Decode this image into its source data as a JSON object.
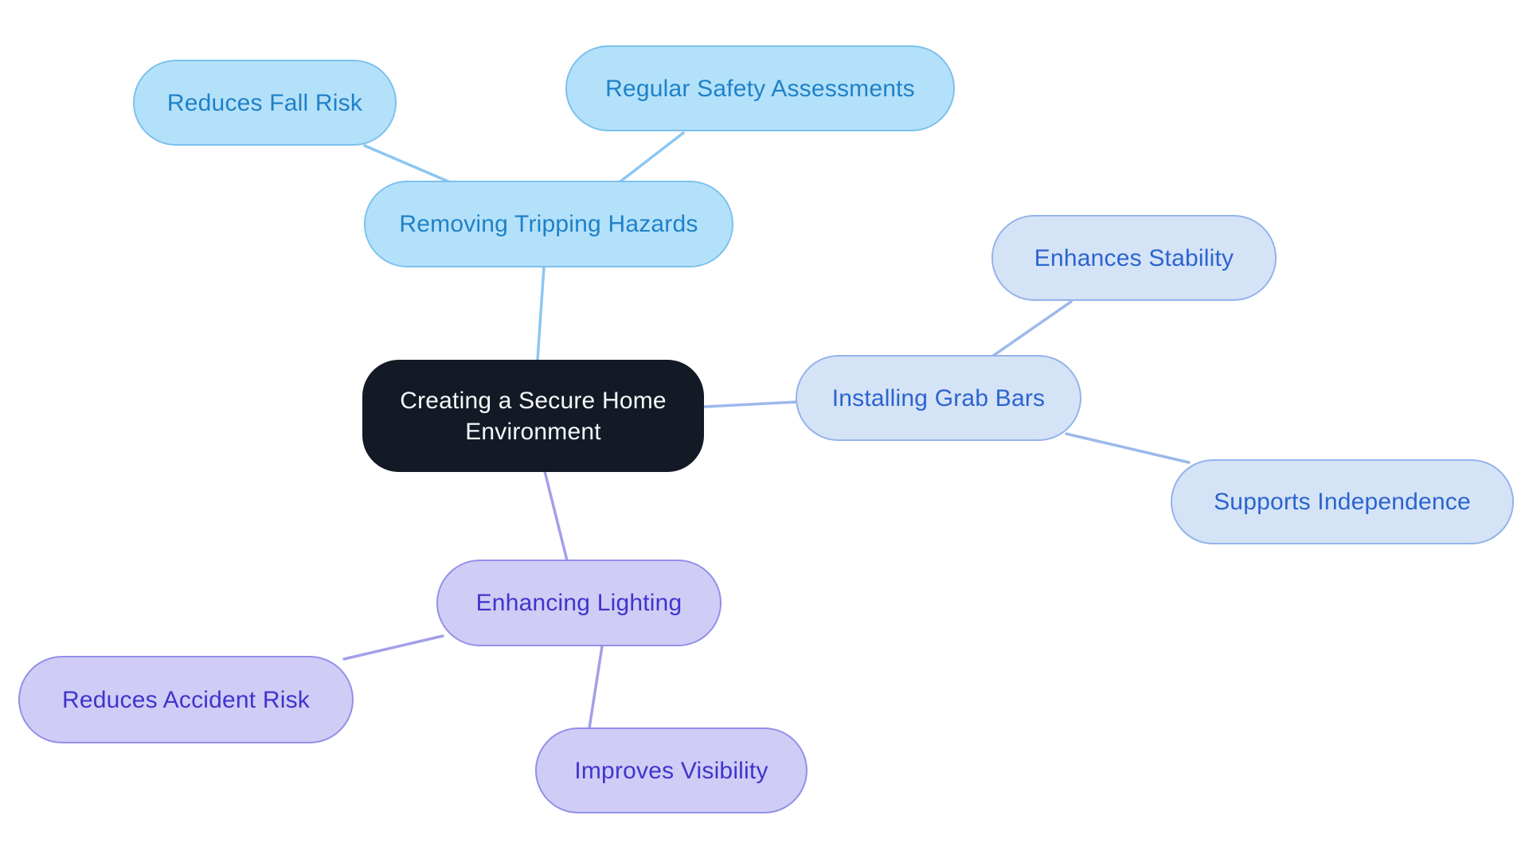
{
  "diagram": {
    "type": "mindmap",
    "background_color": "#ffffff",
    "center": {
      "label": "Creating a Secure Home Environment",
      "fill": "#131a25",
      "text_color": "#f7f9fa"
    },
    "branches": [
      {
        "label": "Removing Tripping Hazards",
        "fill": "#b4e1fa",
        "border": "#7cc1ee",
        "text_color": "#1f81c8",
        "line_color": "#8bc7f1",
        "children": [
          {
            "label": "Reduces Fall Risk"
          },
          {
            "label": "Regular Safety Assessments"
          }
        ]
      },
      {
        "label": "Installing Grab Bars",
        "fill": "#d5e3f7",
        "border": "#94b3ea",
        "text_color": "#2b64ce",
        "line_color": "#9db9eb",
        "children": [
          {
            "label": "Enhances Stability"
          },
          {
            "label": "Supports Independence"
          }
        ]
      },
      {
        "label": "Enhancing Lighting",
        "fill": "#cfcdf5",
        "border": "#938fe9",
        "text_color": "#4233cd",
        "line_color": "#a29fe9",
        "children": [
          {
            "label": "Reduces Accident Risk"
          },
          {
            "label": "Improves Visibility"
          }
        ]
      }
    ]
  }
}
